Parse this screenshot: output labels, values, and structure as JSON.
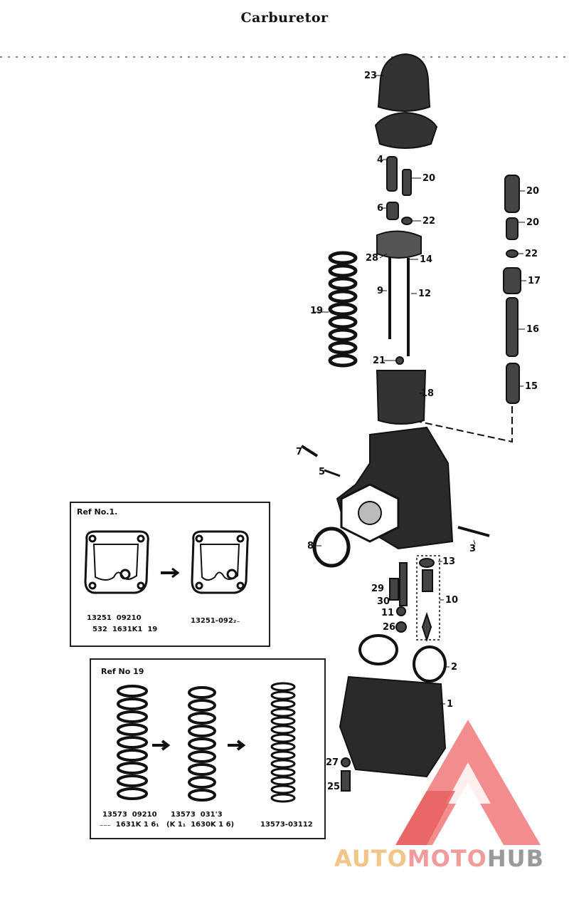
{
  "page": {
    "title": "Carburetor"
  },
  "callouts": [
    {
      "id": "c23a",
      "text": "23"
    },
    {
      "id": "c4",
      "text": "4"
    },
    {
      "id": "c20a",
      "text": "20"
    },
    {
      "id": "c6",
      "text": "6"
    },
    {
      "id": "c22a",
      "text": "22"
    },
    {
      "id": "c28a",
      "text": "28"
    },
    {
      "id": "c14",
      "text": "14"
    },
    {
      "id": "c9",
      "text": "9"
    },
    {
      "id": "c12",
      "text": "12"
    },
    {
      "id": "c19",
      "text": "19"
    },
    {
      "id": "c21",
      "text": "21"
    },
    {
      "id": "c18a",
      "text": "18"
    },
    {
      "id": "c20b",
      "text": "20"
    },
    {
      "id": "c20c",
      "text": "20"
    },
    {
      "id": "c22b",
      "text": "22"
    },
    {
      "id": "c17",
      "text": "17"
    },
    {
      "id": "c16",
      "text": "16"
    },
    {
      "id": "c15",
      "text": "15"
    },
    {
      "id": "c7",
      "text": "7"
    },
    {
      "id": "c5",
      "text": "5"
    },
    {
      "id": "c8",
      "text": "8"
    },
    {
      "id": "c3",
      "text": "3"
    },
    {
      "id": "c13",
      "text": "13"
    },
    {
      "id": "c10",
      "text": "10"
    },
    {
      "id": "c29",
      "text": "29"
    },
    {
      "id": "c30",
      "text": "30"
    },
    {
      "id": "c11",
      "text": "11"
    },
    {
      "id": "c26",
      "text": "26"
    },
    {
      "id": "c2",
      "text": "2"
    },
    {
      "id": "c1",
      "text": "1"
    },
    {
      "id": "c27",
      "text": "27"
    },
    {
      "id": "c25",
      "text": "25"
    }
  ],
  "ref1": {
    "title": "Ref  No.1.",
    "part_left_line1": "13251  09210",
    "part_left_line2": "532  1631K1  19",
    "part_right": "13251-092₂₋"
  },
  "ref19": {
    "title": "Ref No 19",
    "part1_line1": "13573  09210",
    "part1_line2": "₋₋₋  1631K 1 6₁",
    "part2_line1": "13573  031'3",
    "part2_line2": "(K 1₁  1630K 1 6)",
    "part3": "13573-03112"
  },
  "watermark": {
    "part_a": "AUTO",
    "part_b": "MOTO",
    "part_c": "HUB"
  },
  "colors": {
    "ink": "#111111",
    "watermark_red": "#f07070",
    "watermark_gold": "#f4c58a",
    "watermark_grey": "#9a9a9a"
  }
}
